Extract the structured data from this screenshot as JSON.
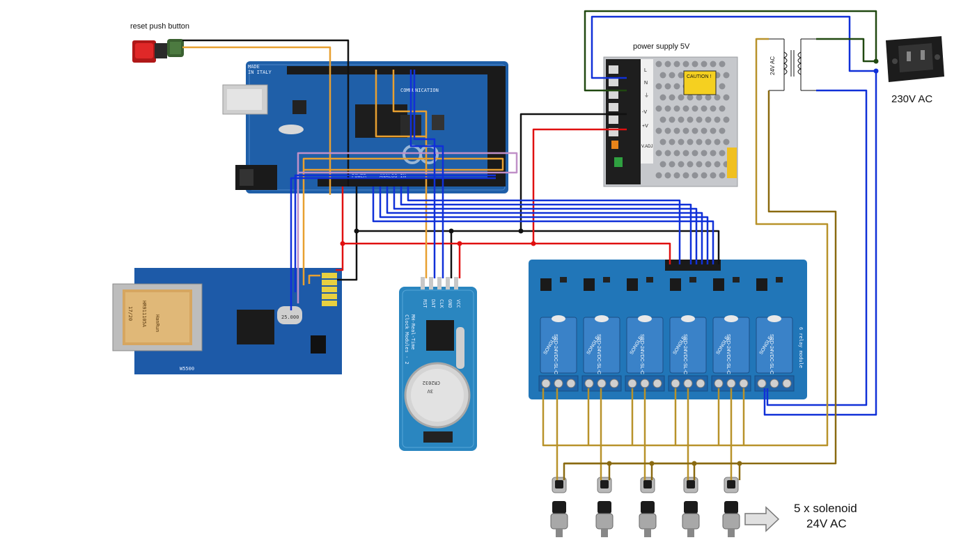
{
  "labels": {
    "reset_button": "reset push button",
    "power_supply": "power supply 5V",
    "mains": "230V AC",
    "transformer": "24V AC",
    "solenoid_line1": "5 x solenoid",
    "solenoid_line2": "24V AC"
  },
  "components": {
    "arduino_made": "MADE",
    "arduino_in": "IN ITALY",
    "arduino_comm": "COMMUNICATION",
    "arduino_power": "POWER",
    "arduino_analog": "ANALOG IN",
    "w5500_brand": "HanRun",
    "w5500_part": "HR911105A",
    "w5500_date": "17/20",
    "w5500_name": "W5500",
    "w5500_xtal": "25.000",
    "rtc_title1": "MH-Real-Time",
    "rtc_title2": "Clock Modules - 2",
    "rtc_battery1": "CR2032",
    "rtc_battery2": "3V",
    "rtc_pins": [
      "RST",
      "DAT",
      "CLK",
      "GND",
      "VCC"
    ],
    "psu_caution": "CAUTION !",
    "psu_terminals": [
      "L",
      "N",
      "⏚",
      "-V",
      "+V",
      "V.ADJ"
    ],
    "relay_module": "6 relay module",
    "relay_brand": "SONGLE",
    "relay_model": "SRD-24VDC-SL-C",
    "relay_count": 6,
    "solenoid_count": 5
  },
  "colors": {
    "board_blue": "#1f5fa8",
    "module_blue": "#2276b8",
    "wire_black": "#111111",
    "wire_red": "#e01010",
    "wire_blue": "#1030d8",
    "wire_orange": "#e8a030",
    "wire_pink": "#c090c8",
    "wire_gold": "#b8922a",
    "wire_brown": "#8a6a10",
    "wire_green": "#204810"
  }
}
